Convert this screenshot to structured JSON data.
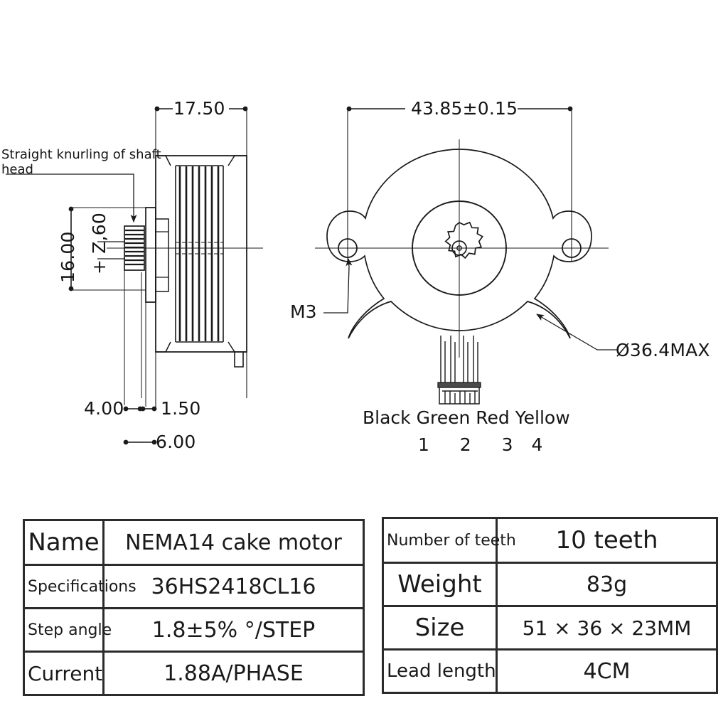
{
  "drawing": {
    "title": "NEMA14 cake motor technical drawing",
    "side_view": {
      "name": "side-view",
      "dimensions": {
        "overall_width": "17.50",
        "shaft_length": "16.00",
        "shaft_diameter": "+ Z,60",
        "step_a": "4.00",
        "step_b": "1.50",
        "step_c": "6.00"
      },
      "annotation": "Straight knurling of shaft\nhead"
    },
    "front_view": {
      "name": "front-view",
      "dimensions": {
        "mounting_hole_spacing": "43.85±0.15",
        "body_diameter": "Ø36.4MAX"
      },
      "hole_label": "M3",
      "connector": {
        "wire_colors": "Black Green Red Yellow",
        "pin_numbers": "1  2  3 4",
        "pins": [
          "1",
          "2",
          "3",
          "4"
        ],
        "colors": [
          "Black",
          "Green",
          "Red",
          "Yellow"
        ]
      }
    }
  },
  "tables": {
    "left": {
      "name": "specifications-table",
      "rows": [
        {
          "key": "Name",
          "value": "NEMA14 cake motor"
        },
        {
          "key": "Specifications",
          "value": "36HS2418CL16"
        },
        {
          "key": "Step angle",
          "value": "1.8±5% °/STEP"
        },
        {
          "key": "Current",
          "value": "1.88A/PHASE"
        }
      ]
    },
    "right": {
      "name": "properties-table",
      "rows": [
        {
          "key": "Number of teeth",
          "value": "10 teeth"
        },
        {
          "key": "Weight",
          "value": "83g"
        },
        {
          "key": "Size",
          "value": "51 × 36 × 23MM"
        },
        {
          "key": "Lead length",
          "value": "4CM"
        }
      ]
    }
  },
  "colors": {
    "line": "#1a1a1a",
    "text": "#151515",
    "background": "#ffffff",
    "table_border": "#2b2b2b"
  }
}
